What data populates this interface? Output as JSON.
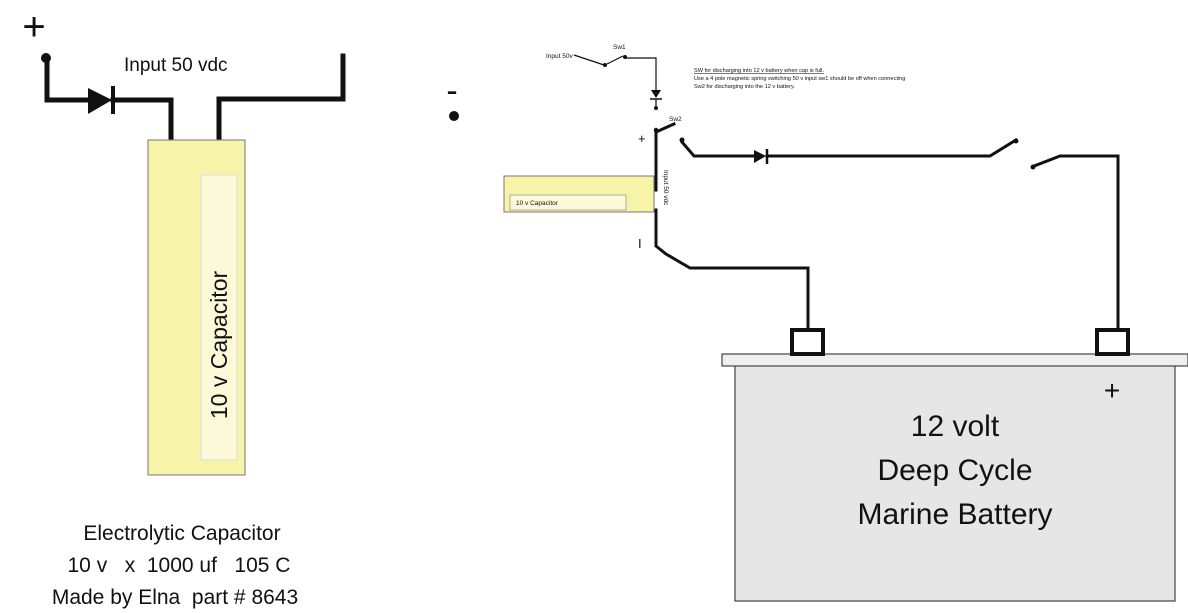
{
  "left_diagram": {
    "plus_sign": "+",
    "input_label": "Input 50 vdc",
    "capacitor_label": "10 v Capacitor",
    "caption": {
      "line1": "Electrolytic Capacitor",
      "line2": "10 v   x  1000 uf   105 C",
      "line3": "Made by Elna  part # 8643"
    }
  },
  "middle": {
    "minus_sign": "-"
  },
  "right_diagram": {
    "input_label": "Input 50v",
    "sw1_label": "Sw1",
    "sw2_label": "Sw2",
    "notes": {
      "line1": "SW for discharging into 12  v battery when cap is full.",
      "line2": "Use a 4 pole magnetic spring switching 50 v input sw1 should be off when connecting",
      "line3": "Sw2 for discharging into the 12 v battery."
    },
    "plus_small": "+",
    "minus_small": "I",
    "capacitor_label": "10 v Capacitor",
    "vertical_label": "Input 50 vdc",
    "battery": {
      "line1": "12 volt",
      "line2": "Deep Cycle",
      "line3": "Marine Battery",
      "plus_sign": "+"
    }
  },
  "colors": {
    "capacitor_fill": "#f7f3a8",
    "capacitor_inner": "#fbf9d8",
    "battery_fill": "#e6e6e6",
    "battery_lid": "#efefef",
    "wire": "#111111"
  }
}
